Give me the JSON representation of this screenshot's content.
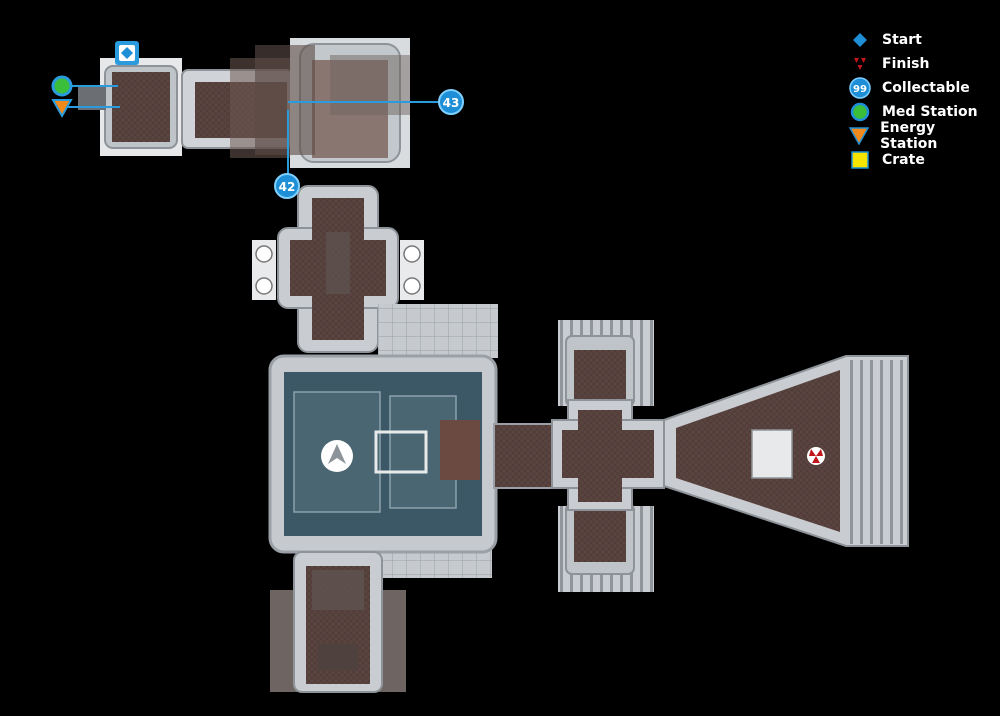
{
  "legend": {
    "items": [
      {
        "label": "Start",
        "icon": "blue-diamond-icon"
      },
      {
        "label": "Finish",
        "icon": "red-triangles-icon"
      },
      {
        "label": "Collectable",
        "icon": "blue-number-badge-icon",
        "badge_text": "99"
      },
      {
        "label": "Med Station",
        "icon": "green-circle-icon"
      },
      {
        "label": "Energy Station",
        "icon": "orange-triangle-icon"
      },
      {
        "label": "Crate",
        "icon": "yellow-square-icon"
      }
    ]
  },
  "markers": {
    "collectable_42": "42",
    "collectable_43": "43"
  },
  "colors": {
    "background": "#000000",
    "floor_brown": "#5a4440",
    "floor_teal": "#3c5866",
    "hull_grey": "#c9cdd1",
    "accent_blue": "#1e8fd6",
    "med_green": "#3bbf3b",
    "energy_orange": "#f08a1c",
    "crate_yellow": "#f5e400",
    "finish_red": "#c0161c"
  }
}
